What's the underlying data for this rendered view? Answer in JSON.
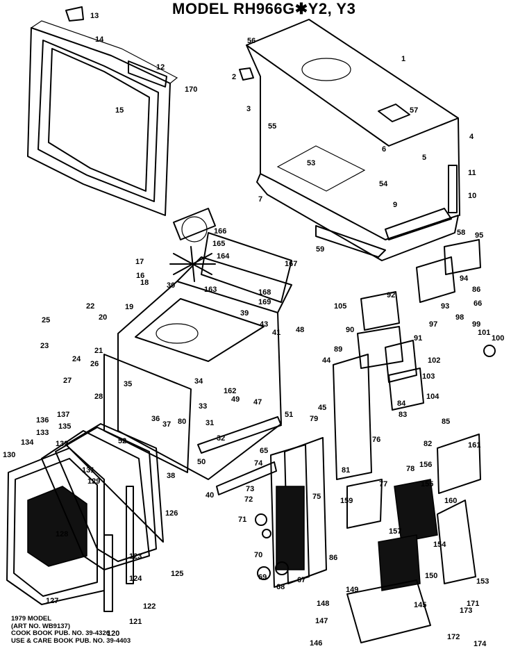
{
  "title": "MODEL RH966G✱Y2, Y3",
  "notes": [
    "1979 MODEL",
    "(ART NO. WB9137)",
    "COOK BOOK PUB. NO. 39-4326",
    "USE & CARE BOOK PUB. NO. 39-4403"
  ],
  "part_labels": [
    "13",
    "14",
    "12",
    "170",
    "15",
    "56",
    "1",
    "2",
    "3",
    "57",
    "55",
    "4",
    "6",
    "5",
    "53",
    "54",
    "11",
    "7",
    "9",
    "10",
    "58",
    "59",
    "166",
    "165",
    "164",
    "167",
    "17",
    "16",
    "18",
    "30",
    "163",
    "168",
    "169",
    "19",
    "22",
    "20",
    "39",
    "43",
    "41",
    "48",
    "105",
    "95",
    "94",
    "86",
    "66",
    "92",
    "93",
    "97",
    "98",
    "99",
    "101",
    "100",
    "91",
    "90",
    "89",
    "102",
    "103",
    "104",
    "25",
    "23",
    "24",
    "21",
    "26",
    "27",
    "28",
    "34",
    "162",
    "44",
    "45",
    "47",
    "33",
    "49",
    "35",
    "36",
    "37",
    "31",
    "32",
    "80",
    "52",
    "51",
    "79",
    "83",
    "84",
    "85",
    "82",
    "76",
    "78",
    "77",
    "81",
    "161",
    "136",
    "137",
    "135",
    "133",
    "134",
    "132",
    "130",
    "131",
    "129",
    "38",
    "40",
    "50",
    "65",
    "74",
    "73",
    "72",
    "75",
    "71",
    "70",
    "69",
    "68",
    "67",
    "86",
    "159",
    "155",
    "156",
    "160",
    "154",
    "128",
    "126",
    "123",
    "124",
    "125",
    "122",
    "127",
    "121",
    "120",
    "157",
    "150",
    "153",
    "148",
    "149",
    "145",
    "147",
    "146",
    "171",
    "173",
    "172",
    "174"
  ]
}
